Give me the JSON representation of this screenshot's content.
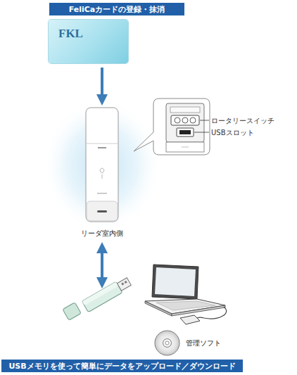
{
  "diagram": {
    "nodes": [
      {
        "text": [
          "FeliCaカードの登録・抹消"
        ]
      },
      {
        "text": [
          "FKL"
        ]
      },
      {
        "text": [
          "リーダ室内側"
        ]
      },
      {
        "text": [
          "管理ソフト"
        ]
      },
      {
        "text": [
          "USBメモリを使って簡単にデータをアップロード／ダウンロード"
        ]
      }
    ],
    "edges": [
      {
        "from": 1,
        "to": 2,
        "arrow": "to"
      }
    ],
    "labels": [
      "ロータリースイッチ",
      "USBスロット"
    ]
  }
}
